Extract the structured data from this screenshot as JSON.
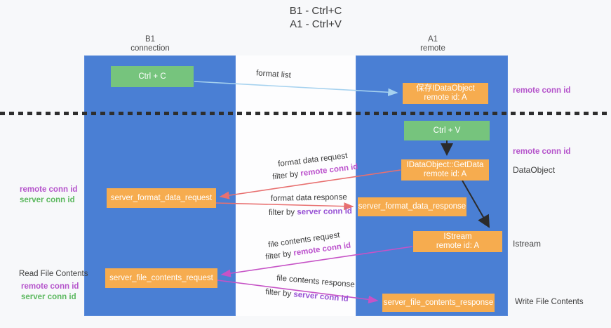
{
  "title": {
    "line1": "B1 - Ctrl+C",
    "line2": "A1 - Ctrl+V"
  },
  "columns": {
    "left": {
      "name": "B1",
      "role": "connection"
    },
    "right": {
      "name": "A1",
      "role": "remote"
    }
  },
  "nodes": {
    "ctrl_c": {
      "label": "Ctrl + C"
    },
    "ctrl_v": {
      "label": "Ctrl + V"
    },
    "save_dataobject": {
      "line1": "保存IDataObject",
      "line2": "remote id: A"
    },
    "getdata": {
      "line1": "IDataObject::GetData",
      "line2": "remote id: A"
    },
    "istream": {
      "line1": "IStream",
      "line2": "remote id: A"
    },
    "server_format_data_request": {
      "label": "server_format_data_request"
    },
    "server_format_data_response": {
      "label": "server_format_data_response"
    },
    "server_file_contents_request": {
      "label": "server_file_contents_request"
    },
    "server_file_contents_response": {
      "label": "server_file_contents_response"
    }
  },
  "edge_labels": {
    "format_list": "format list",
    "format_data_request": "format data request",
    "format_data_response": "format data response",
    "file_contents_request": "file contents request",
    "file_contents_response": "file contents response",
    "filter_by": "filter by "
  },
  "shared": {
    "remote_conn_id": "remote conn id",
    "server_conn_id": "server conn id"
  },
  "annotations": {
    "right_top_remote_conn": "remote conn id",
    "right_mid_remote_conn": "remote conn id",
    "dataobject": "DataObject",
    "istream": "Istream",
    "write_file_contents": "Write File Contents",
    "read_file_contents": "Read File Contents"
  },
  "colors": {
    "background": "#f7f8fa",
    "column_blue": "#4a7fd4",
    "node_green": "#76c47d",
    "node_orange": "#f6ac4f",
    "arrow_light_blue": "#a6d2ef",
    "arrow_salmon": "#e87070",
    "arrow_orchid": "#c653c6",
    "arrow_black": "#2b2b2b",
    "remote_conn_purple": "#b554cb",
    "server_conn_violet": "#9751d4",
    "server_conn_green": "#5cb85f"
  }
}
